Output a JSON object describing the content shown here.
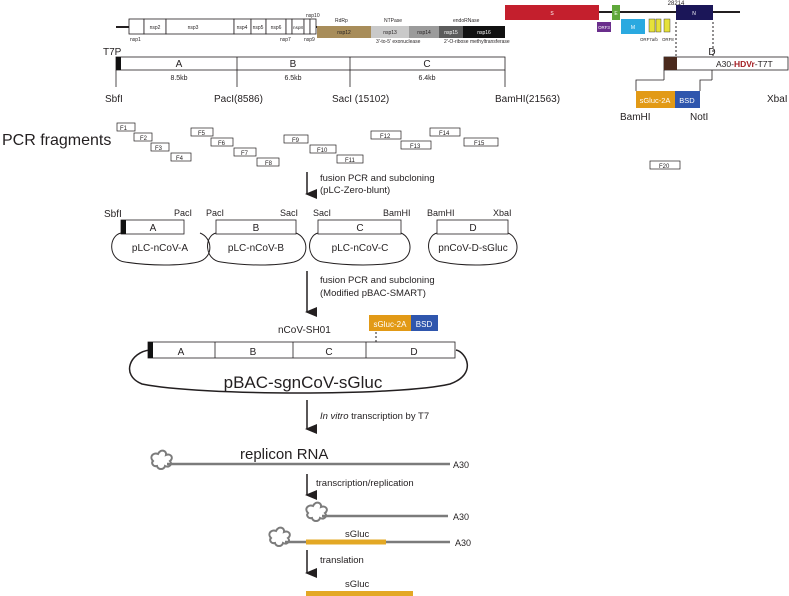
{
  "genome": {
    "nsp_boxes": [
      "nsp2",
      "nsp3",
      "nsp4",
      "nsp5",
      "nsp6",
      "nsp8",
      "nsp12",
      "nsp13",
      "nsp14",
      "nsp15",
      "nsp16"
    ],
    "nsp_below": [
      "nsp1",
      "nsp7",
      "nsp9"
    ],
    "nsp10": "nsp10",
    "domains": [
      "RdRp",
      "NTPase",
      "endoRNase"
    ],
    "enzymes": [
      "3'-to-5' exonuclease",
      "2'-O-ribose methyltransferase"
    ],
    "orfs": [
      "S",
      "E",
      "M",
      "ORF3",
      "ORF7a/b",
      "ORF8",
      "N"
    ],
    "coordinate": "28214"
  },
  "fragments": {
    "t7p": "T7P",
    "segments": [
      {
        "id": "A",
        "size": "8.5kb"
      },
      {
        "id": "B",
        "size": "6.5kb"
      },
      {
        "id": "C",
        "size": "6.4kb"
      },
      {
        "id": "D",
        "size": ""
      }
    ],
    "d_tail": {
      "a30": "A30-",
      "hdvr": "HDVr",
      "t7t": "-T7T"
    },
    "sites": [
      "SbfI",
      "PacI(8586)",
      "SacI (15102)",
      "BamHI(21563)",
      "XbaI",
      "BamHI",
      "NotI"
    ],
    "reporter": {
      "sgluc2a": "sGluc-2A",
      "bsd": "BSD",
      "sgluc": "sGluc"
    }
  },
  "pcr": {
    "title": "PCR fragments",
    "labels": [
      "F1",
      "F2",
      "F3",
      "F4",
      "F5",
      "F6",
      "F7",
      "F8",
      "F9",
      "F10",
      "F11",
      "F12",
      "F13",
      "F14",
      "F15",
      "F20"
    ]
  },
  "steps": {
    "step1": [
      "fusion PCR and subcloning",
      "(pLC-Zero-blunt)"
    ],
    "step2": [
      "fusion PCR and subcloning",
      "(Modified pBAC-SMART)"
    ],
    "step3_italic": "In vitro",
    "step3_rest": " transcription by T7",
    "step4": "transcription/replication",
    "step5": "translation"
  },
  "subclones": [
    {
      "left": "SbfI",
      "right": "PacI",
      "id": "A",
      "name": "pLC-nCoV-A"
    },
    {
      "left": "PacI",
      "right": "SacI",
      "id": "B",
      "name": "pLC-nCoV-B"
    },
    {
      "left": "SacI",
      "right": "BamHI",
      "id": "C",
      "name": "pLC-nCoV-C"
    },
    {
      "left": "BamHI",
      "right": "XbaI",
      "id": "D",
      "name": "pnCoV-D-sGluc"
    }
  ],
  "bac": {
    "header": "nCoV-SH01",
    "name": "pBAC-sgnCoV-sGluc",
    "segments": [
      "A",
      "B",
      "C",
      "D"
    ]
  },
  "rna": {
    "label": "replicon RNA",
    "polya": "A30"
  },
  "colors": {
    "s": "#c41f2d",
    "e": "#5fa83a",
    "m": "#2aa9e0",
    "orf3": "#6a2e8c",
    "orf7": "#e6e23a",
    "n": "#1b1658",
    "sgluc": "#e29a16",
    "bsd": "#2f56ad",
    "nsp12": "#a88d5a",
    "nsp13": "#c9c9c9",
    "nsp14": "#9b9b9b",
    "nsp15": "#5c5c5c",
    "nsp16": "#111111",
    "hdvr": "#a31e23",
    "brown": "#4a2a1d",
    "rna_line": "#7b7b7b",
    "sgluc_bar": "#e3a825"
  }
}
